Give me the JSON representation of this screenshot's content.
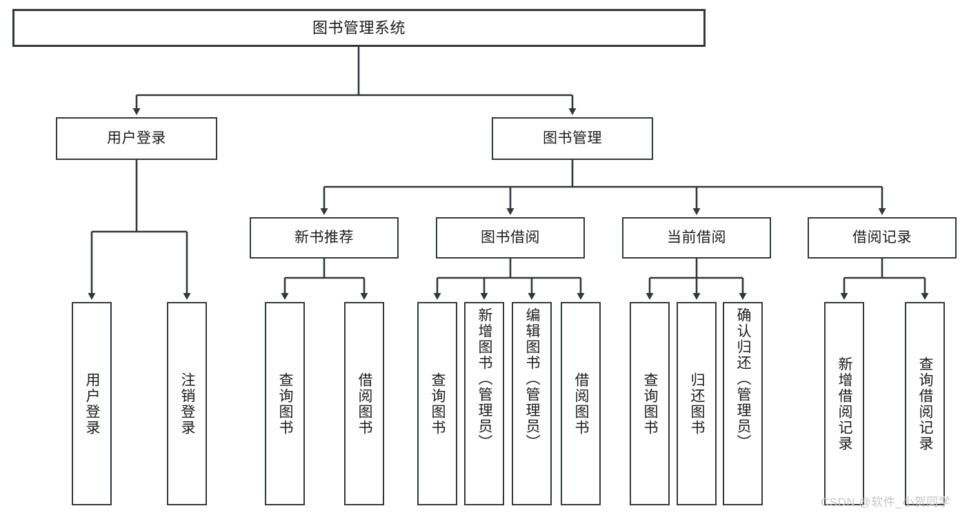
{
  "diagram": {
    "title_node": {
      "label": "图书管理系统"
    },
    "level2": [
      {
        "id": "user-login",
        "label": "用户登录"
      },
      {
        "id": "book-management",
        "label": "图书管理"
      }
    ],
    "level3": [
      {
        "id": "new-book-recommend",
        "label": "新书推荐"
      },
      {
        "id": "book-borrow",
        "label": "图书借阅"
      },
      {
        "id": "current-borrow",
        "label": "当前借阅"
      },
      {
        "id": "borrow-record",
        "label": "借阅记录"
      }
    ],
    "leaves": {
      "user_login": [
        {
          "id": "leaf-user-login",
          "label": "用户登录"
        },
        {
          "id": "leaf-logout-login",
          "label": "注销登录"
        }
      ],
      "new_book_recommend": [
        {
          "id": "leaf-query-book-1",
          "label": "查询图书"
        },
        {
          "id": "leaf-borrow-book-1",
          "label": "借阅图书"
        }
      ],
      "book_borrow": [
        {
          "id": "leaf-query-book-2",
          "label": "查询图书"
        },
        {
          "id": "leaf-add-book",
          "label": "新增图书（管理员）"
        },
        {
          "id": "leaf-edit-book",
          "label": "编辑图书（管理员）"
        },
        {
          "id": "leaf-borrow-book-2",
          "label": "借阅图书"
        }
      ],
      "current_borrow": [
        {
          "id": "leaf-query-book-3",
          "label": "查询图书"
        },
        {
          "id": "leaf-return-book",
          "label": "归还图书"
        },
        {
          "id": "leaf-confirm-return",
          "label": "确认归还（管理员）"
        }
      ],
      "borrow_record": [
        {
          "id": "leaf-add-borrow-record",
          "label": "新增借阅记录"
        },
        {
          "id": "leaf-query-borrow-record",
          "label": "查询借阅记录"
        }
      ]
    }
  },
  "watermark": {
    "text": "CSDN @软件_小贺同学"
  },
  "colors": {
    "line": "#33373a",
    "box_border": "#33373a",
    "box_fill": "#ffffff",
    "text": "#1b1b1b",
    "watermark": "#c6c6c6"
  }
}
